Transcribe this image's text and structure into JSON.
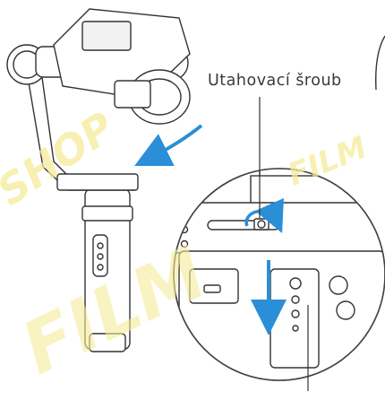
{
  "callout": {
    "label": "Utahovací šroub"
  },
  "watermark": {
    "line1": "SHOP",
    "line2": "FILM",
    "line3": "FILM"
  },
  "colors": {
    "arrow_blue": "#2a8fd6",
    "line_gray": "#333333",
    "watermark_yellow": "#f6ec9a"
  },
  "icons": [
    "gimbal-illustration",
    "tightening-screw-icon",
    "rotate-arrow-icon",
    "slide-down-arrow-icon",
    "swing-arrow-icon"
  ]
}
